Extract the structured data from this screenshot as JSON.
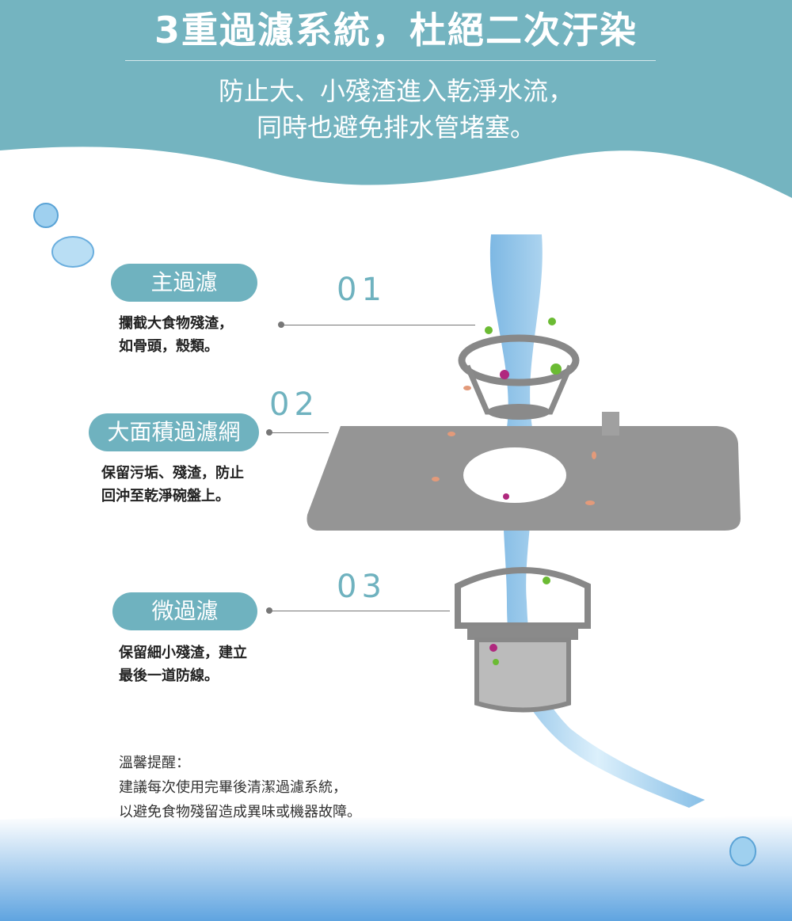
{
  "header": {
    "title": "3重過濾系統，杜絕二次汙染",
    "subtitle_lines": [
      "防止大、小殘渣進入乾淨水流，",
      "同時也避免排水管堵塞。"
    ]
  },
  "stages": [
    {
      "number": "01",
      "label": "主過濾",
      "desc_lines": [
        "攔截大食物殘渣，",
        "如骨頭，殼類。"
      ]
    },
    {
      "number": "02",
      "label": "大面積過濾網",
      "desc_lines": [
        "保留污垢、殘渣，防止",
        "回沖至乾淨碗盤上。"
      ]
    },
    {
      "number": "03",
      "label": "微過濾",
      "desc_lines": [
        "保留細小殘渣，建立",
        "最後一道防線。"
      ]
    }
  ],
  "note": {
    "heading": "溫馨提醒：",
    "lines": [
      "建議每次使用完畢後清潔過濾系統，",
      "以避免食物殘留造成異味或機器故障。"
    ]
  },
  "colors": {
    "header": "#74b4c0",
    "accent": "#6fb2bf",
    "filter": "#8a8a8a",
    "water": "#8fc6e6"
  }
}
